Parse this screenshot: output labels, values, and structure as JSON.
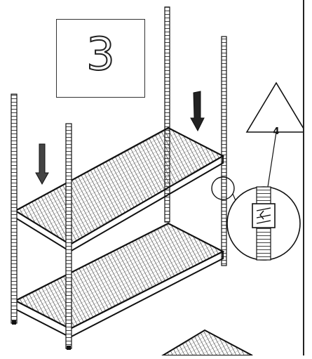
{
  "step": {
    "number": "3"
  },
  "callout": {
    "label": "4"
  },
  "icons": {
    "down_arrow": "down-arrow-icon",
    "detail_circle": "magnifier-circle"
  },
  "colors": {
    "ink": "#1a1a1a",
    "paper": "#ffffff"
  }
}
